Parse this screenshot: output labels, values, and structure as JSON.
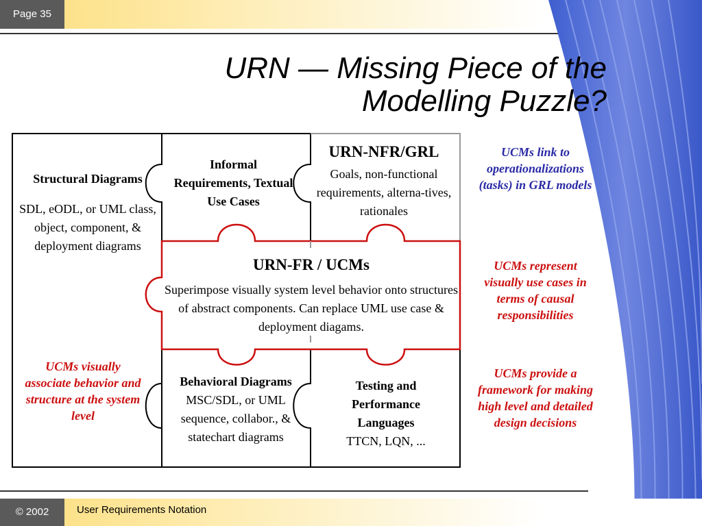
{
  "header": {
    "page_label": "Page 35"
  },
  "title": {
    "line1": "URN — Missing Piece of the",
    "line2": "Modelling Puzzle?"
  },
  "pieces": {
    "structural": {
      "title": "Structural Diagrams",
      "body": "SDL, eODL, or UML class, object, component, & deployment diagrams"
    },
    "informal": {
      "title": "Informal Requirements, Textual Use Cases"
    },
    "nfr": {
      "title": "URN-NFR/GRL",
      "body": "Goals, non-functional requirements, alterna-tives, rationales"
    },
    "fr": {
      "title": "URN-FR / UCMs",
      "body": "Superimpose visually system level behavior onto structures of abstract components. Can replace UML use case & deployment diagams."
    },
    "behavioral": {
      "title": "Behavioral Diagrams",
      "body": "MSC/SDL, or UML sequence, collabor., & statechart diagrams"
    },
    "testing": {
      "title": "Testing and Performance Languages",
      "body": "TTCN, LQN, ..."
    }
  },
  "notes": {
    "left": "UCMs visually associate behavior and structure at the system level",
    "right_top": "UCMs link to operationalizations (tasks) in GRL models",
    "right_mid": "UCMs represent visually use cases in terms of causal responsibilities",
    "right_bottom": "UCMs provide a framework for making high level and  detailed design decisions"
  },
  "footer": {
    "copyright": "© 2002",
    "text": "User Requirements Notation"
  },
  "colors": {
    "note_blue": "#2a2aa6",
    "note_red": "#cc1010",
    "highlight_red": "#cc1010",
    "tab_gray": "#5a5a5a"
  }
}
